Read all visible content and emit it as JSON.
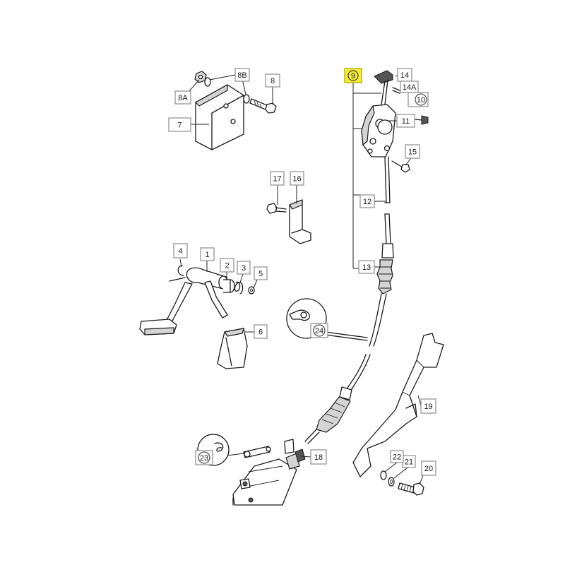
{
  "callouts": [
    {
      "id": "c1",
      "label": "1",
      "style": "box"
    },
    {
      "id": "c2",
      "label": "2",
      "style": "box"
    },
    {
      "id": "c3",
      "label": "3",
      "style": "box"
    },
    {
      "id": "c4",
      "label": "4",
      "style": "box"
    },
    {
      "id": "c5",
      "label": "5",
      "style": "box"
    },
    {
      "id": "c6",
      "label": "6",
      "style": "box"
    },
    {
      "id": "c7",
      "label": "7",
      "style": "box"
    },
    {
      "id": "c8",
      "label": "8",
      "style": "box"
    },
    {
      "id": "c8a",
      "label": "8A",
      "style": "box"
    },
    {
      "id": "c8b",
      "label": "8B",
      "style": "box"
    },
    {
      "id": "c9",
      "label": "9",
      "style": "highlight"
    },
    {
      "id": "c10",
      "label": "10",
      "style": "circle"
    },
    {
      "id": "c11",
      "label": "11",
      "style": "box"
    },
    {
      "id": "c12",
      "label": "12",
      "style": "box"
    },
    {
      "id": "c13",
      "label": "13",
      "style": "box"
    },
    {
      "id": "c14",
      "label": "14",
      "style": "box"
    },
    {
      "id": "c14a",
      "label": "14A",
      "style": "box"
    },
    {
      "id": "c15",
      "label": "15",
      "style": "box"
    },
    {
      "id": "c16",
      "label": "16",
      "style": "box"
    },
    {
      "id": "c17",
      "label": "17",
      "style": "box"
    },
    {
      "id": "c18",
      "label": "18",
      "style": "box"
    },
    {
      "id": "c19",
      "label": "19",
      "style": "box"
    },
    {
      "id": "c20",
      "label": "20",
      "style": "box"
    },
    {
      "id": "c21",
      "label": "21",
      "style": "box"
    },
    {
      "id": "c22",
      "label": "22",
      "style": "box"
    },
    {
      "id": "c23",
      "label": "23",
      "style": "circle"
    },
    {
      "id": "c24",
      "label": "24",
      "style": "circle"
    }
  ],
  "colors": {
    "line": "#1a1a1a",
    "callout_border": "#8c8c8c",
    "highlight_fill": "#f2ec3a"
  }
}
